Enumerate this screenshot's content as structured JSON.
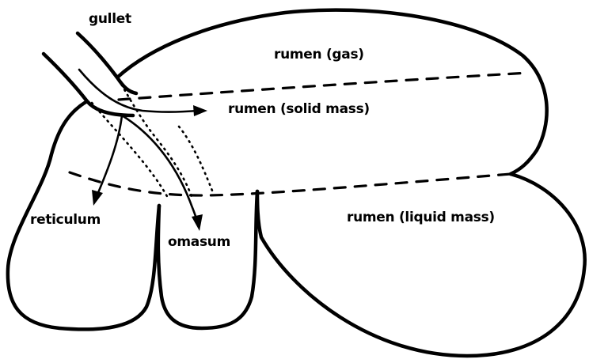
{
  "labels": {
    "gullet": "gullet",
    "rumen_gas": "rumen (gas)",
    "rumen_solid": "rumen (solid mass)",
    "rumen_liquid": "rumen (liquid mass)",
    "reticulum": "reticulum",
    "omasum": "omasum"
  },
  "colors": {
    "ink": "#000000",
    "background": "#ffffff"
  }
}
